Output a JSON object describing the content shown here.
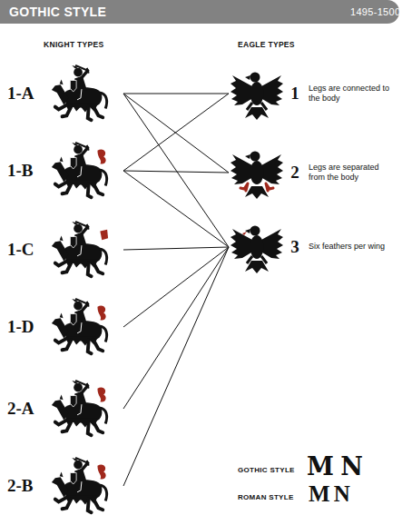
{
  "diagram": {
    "title": "GOTHIC STYLE",
    "nodes": [
      {
        "text": [
          "1-A"
        ]
      },
      {
        "text": [
          "1-B"
        ]
      },
      {
        "text": [
          "1-C"
        ]
      },
      {
        "text": [
          "1-D"
        ]
      },
      {
        "text": [
          "2-A"
        ]
      },
      {
        "text": [
          "2-B"
        ]
      },
      {
        "text": [
          "1",
          "Legs are connected to the body"
        ]
      },
      {
        "text": [
          "2",
          "Legs are separated from the body"
        ]
      },
      {
        "text": [
          "3",
          "Six feathers per wing"
        ]
      }
    ],
    "edges": [
      {
        "from": 0,
        "to": 6,
        "arrow": "none"
      },
      {
        "from": 0,
        "to": 7,
        "arrow": "none"
      },
      {
        "from": 0,
        "to": 8,
        "arrow": "none"
      },
      {
        "from": 1,
        "to": 6,
        "arrow": "none"
      },
      {
        "from": 1,
        "to": 7,
        "arrow": "none"
      },
      {
        "from": 1,
        "to": 8,
        "arrow": "none"
      },
      {
        "from": 2,
        "to": 8,
        "arrow": "none"
      },
      {
        "from": 3,
        "to": 8,
        "arrow": "none"
      },
      {
        "from": 4,
        "to": 8,
        "arrow": "none"
      },
      {
        "from": 5,
        "to": 8,
        "arrow": "none"
      }
    ],
    "labels": [
      "1495-1500",
      "KNIGHT TYPES",
      "EAGLE TYPES",
      "GOTHIC STYLE",
      "M N",
      "ROMAN STYLE",
      "M N"
    ]
  }
}
